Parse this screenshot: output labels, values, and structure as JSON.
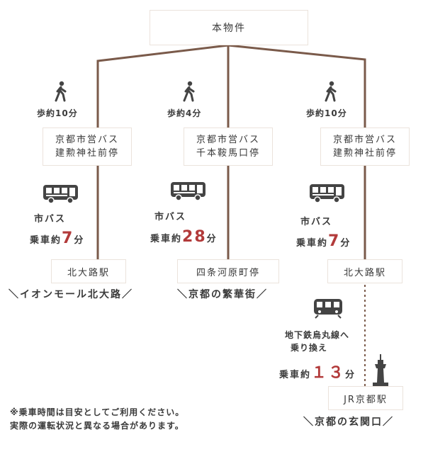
{
  "root": {
    "label": "本物件"
  },
  "routes": [
    {
      "walk": "歩約10分",
      "stop": [
        "京都市営バス",
        "建勲神社前停"
      ],
      "mode": "市バス",
      "ride_prefix": "乗車約",
      "ride_num": "7",
      "ride_unit": "分",
      "station": "北大路駅",
      "dest": "＼イオンモール北大路／"
    },
    {
      "walk": "歩約4分",
      "stop": [
        "京都市営バス",
        "千本鞍馬口停"
      ],
      "mode": "市バス",
      "ride_prefix": "乗車約",
      "ride_num": "28",
      "ride_unit": "分",
      "station": "四条河原町停",
      "dest": "＼京都の繁華街／"
    },
    {
      "walk": "歩約10分",
      "stop": [
        "京都市営バス",
        "建勲神社前停"
      ],
      "mode": "市バス",
      "ride_prefix": "乗車約",
      "ride_num": "7",
      "ride_unit": "分",
      "station": "北大路駅",
      "transfer": [
        "地下鉄烏丸線へ",
        "乗り換え"
      ],
      "transfer_ride_prefix": "乗車約",
      "transfer_ride_num": "１３",
      "transfer_ride_unit": "分",
      "final_station": "JR京都駅",
      "dest": "＼京都の玄関口／"
    }
  ],
  "note": [
    "※乗車時間は目安としてご利用ください。",
    "実際の運転状況と異なる場合があります。"
  ],
  "colors": {
    "line": "#7a5a4a",
    "accent": "#b23a3a",
    "box_border": "#ebe3dc"
  }
}
